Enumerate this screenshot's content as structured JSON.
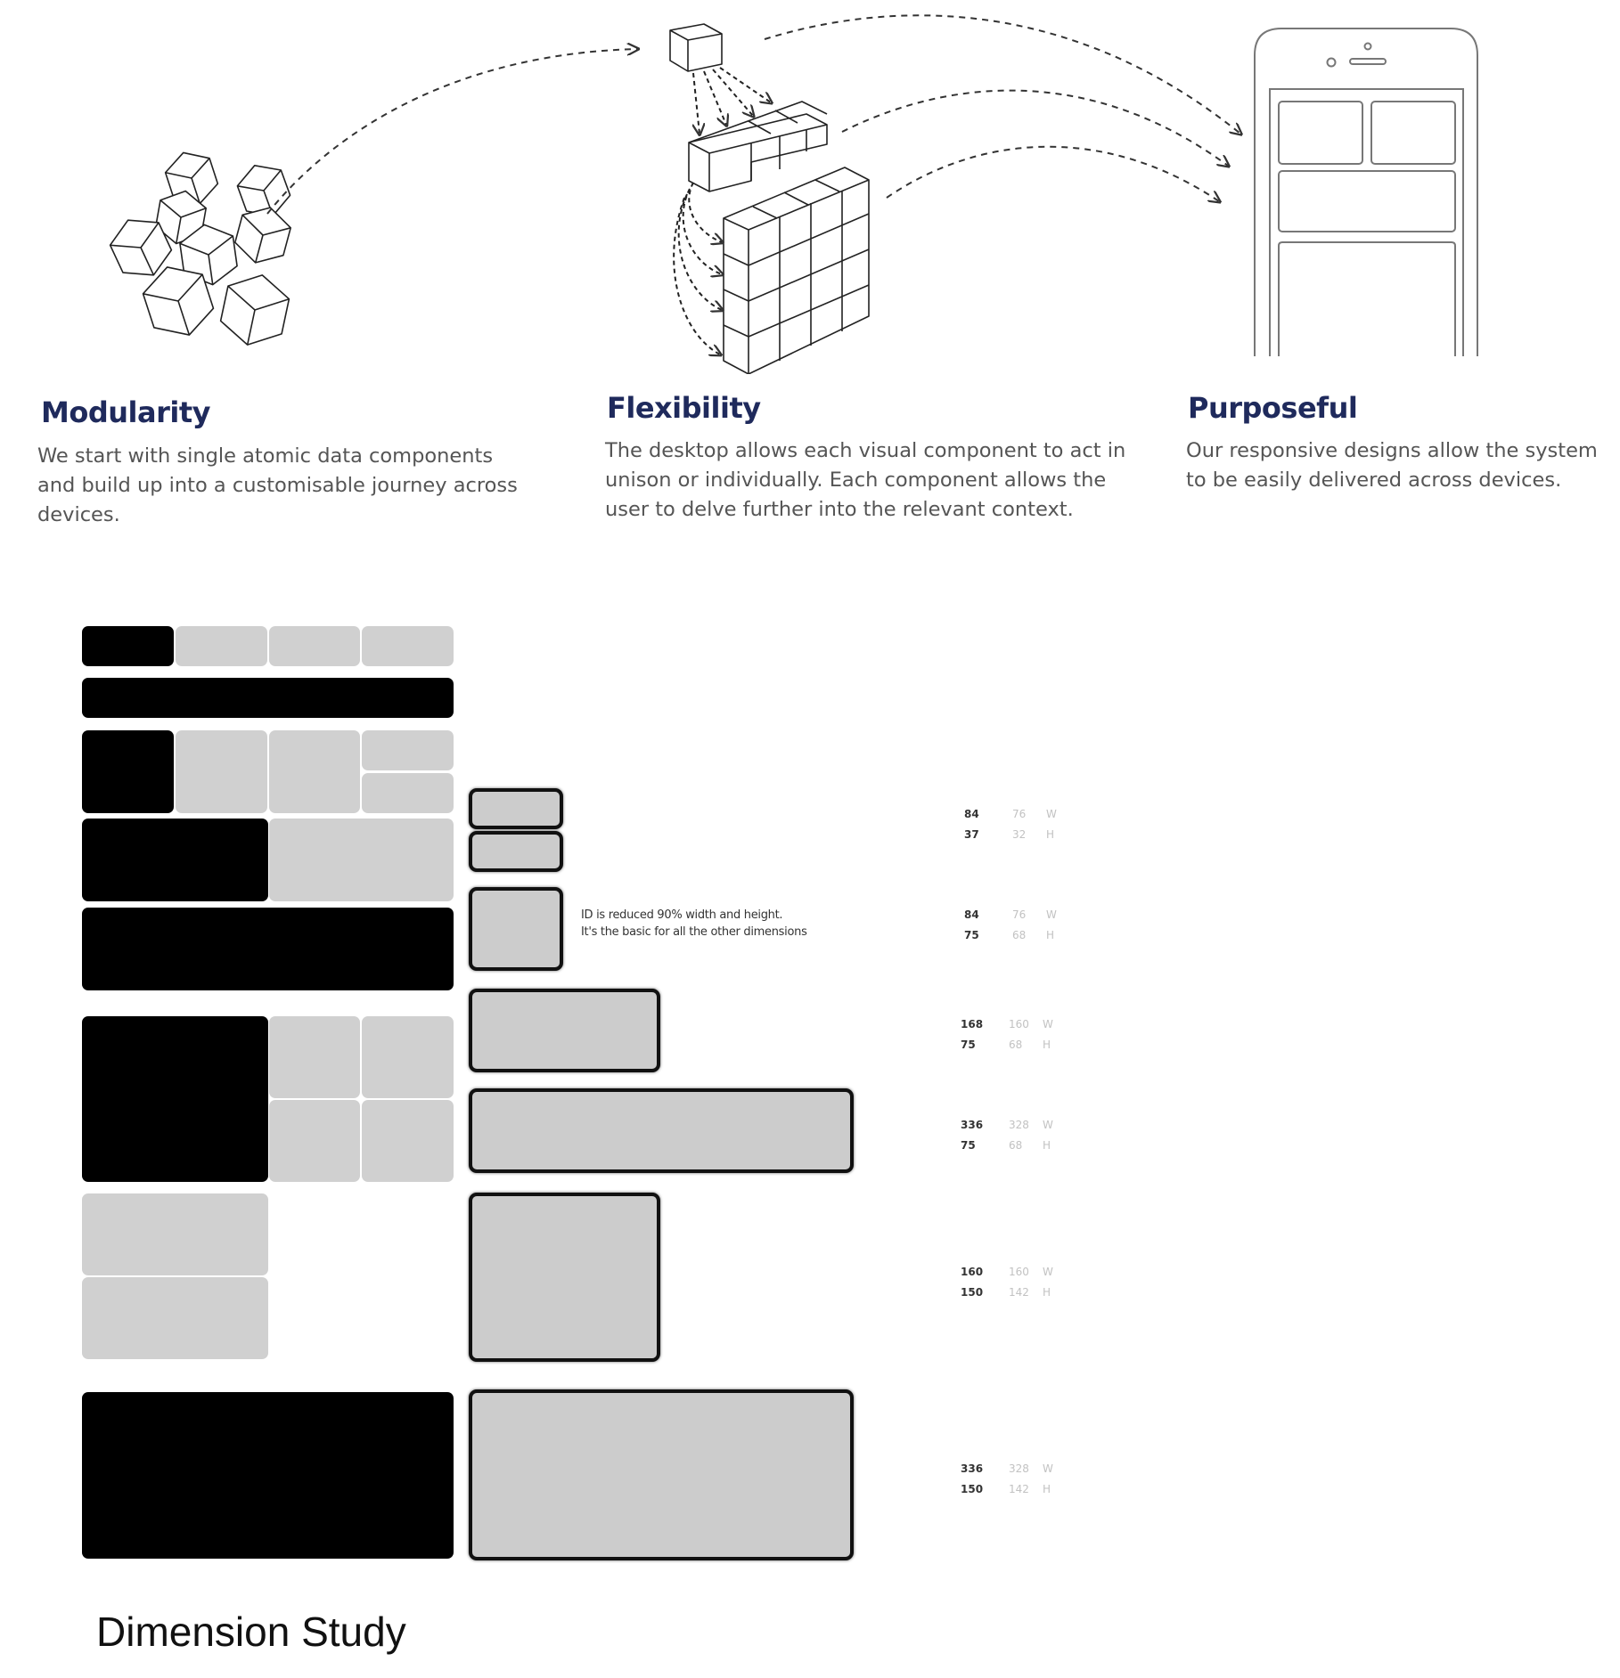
{
  "columns": [
    {
      "heading": "Modularity",
      "lines": [
        "We start with single atomic data components",
        "and build up into a customisable journey across",
        "devices."
      ]
    },
    {
      "heading": "Flexibility",
      "lines": [
        "The desktop allows each visual component to act in",
        "unison or individually. Each component allows the",
        "user to delve further into the relevant context."
      ]
    },
    {
      "heading": "Purposeful",
      "lines": [
        "Our responsive designs allow the system",
        "to be easily delivered across devices."
      ]
    }
  ],
  "icons": [
    "cubes-cluster-icon",
    "modular-grid-icon",
    "smartphone-icon"
  ],
  "colors": {
    "heading": "#1f2a5c",
    "text": "#555555",
    "dark_block": "#000000",
    "light_block": "#d0d0d0",
    "box_fill": "#cccccc"
  },
  "note": {
    "lines": [
      "ID is reduced 90% width and height.",
      "It's the basic for all the other dimensions"
    ]
  },
  "dimensions": [
    {
      "w_full": "84",
      "w_reduced": "76",
      "w_label": "W",
      "h_full": "37",
      "h_reduced": "32",
      "h_label": "H"
    },
    {
      "w_full": "84",
      "w_reduced": "76",
      "w_label": "W",
      "h_full": "75",
      "h_reduced": "68",
      "h_label": "H"
    },
    {
      "w_full": "168",
      "w_reduced": "160",
      "w_label": "W",
      "h_full": "75",
      "h_reduced": "68",
      "h_label": "H"
    },
    {
      "w_full": "336",
      "w_reduced": "328",
      "w_label": "W",
      "h_full": "75",
      "h_reduced": "68",
      "h_label": "H"
    },
    {
      "w_full": "160",
      "w_reduced": "160",
      "w_label": "W",
      "h_full": "150",
      "h_reduced": "142",
      "h_label": "H"
    },
    {
      "w_full": "336",
      "w_reduced": "328",
      "w_label": "W",
      "h_full": "150",
      "h_reduced": "142",
      "h_label": "H"
    }
  ],
  "title": "Dimension Study"
}
